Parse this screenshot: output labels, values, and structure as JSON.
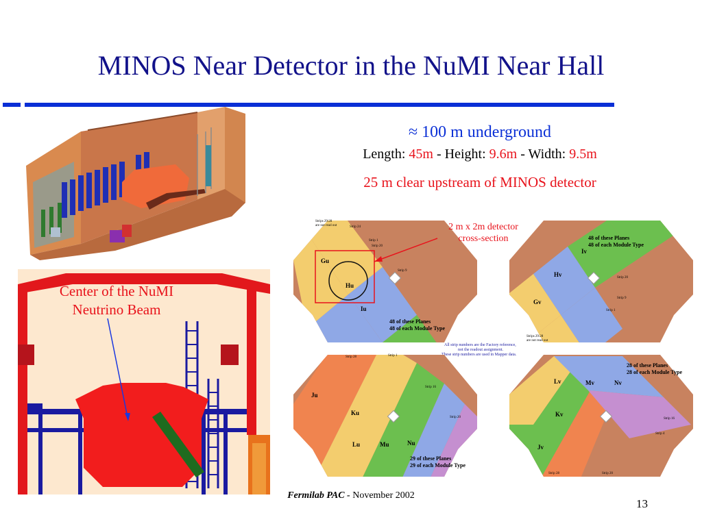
{
  "slide": {
    "title": "MINOS Near Detector in the NuMI Near Hall",
    "underground": "≈ 100 m underground",
    "dims": {
      "length_label": "Length: ",
      "length_value": "45m",
      "height_label": " - Height: ",
      "height_value": "9.6m",
      "width_label": " - Width: ",
      "width_value": "9.5m"
    },
    "upstream": "25 m clear upstream of MINOS detector",
    "beam_label_line1": "Center of the NuMI",
    "beam_label_line2": "Neutrino Beam",
    "detector_label_line1": "2 m x 2m detector",
    "detector_label_line2": "cross-section",
    "footer_bold": "Fermilab PAC - ",
    "footer_date": "November 2002",
    "slide_number": "13"
  },
  "planes": {
    "tl_modules": [
      "Gu",
      "Hu",
      "Iu"
    ],
    "tl_note1": "48 of these Planes",
    "tl_note2": "48 of each Module Type",
    "tl_strip_top": "Strips 29:28",
    "tl_strip_top2": "are not read out",
    "tr_modules": [
      "Iv",
      "Hv",
      "Gv"
    ],
    "tr_note1": "48 of these Planes",
    "tr_note2": "48 of each Module Type",
    "tr_strip_bottom": "Strips 29:28",
    "tr_strip_bottom2": "are not read out",
    "bl_modules": [
      "Ju",
      "Ku",
      "Lu",
      "Mu",
      "Nu"
    ],
    "bl_note1": "29 of these Planes",
    "bl_note2": "29 of each Module Type",
    "br_modules": [
      "Lv",
      "Mv",
      "Nv",
      "Kv",
      "Jv"
    ],
    "br_note1": "28 of these Planes",
    "br_note2": "28 of each Module Type",
    "center_note1": "All strip numbers are the Factory reference,",
    "center_note2": "not the readout assignment.",
    "center_note3": "These strip numbers are used in Mapper data.",
    "strip_labels": [
      "Strip 24",
      "Strip 1",
      "Strip 20",
      "Strip 9",
      "Strip 28",
      "Strip 16",
      "Strip 4"
    ]
  },
  "colors": {
    "title": "#12128a",
    "accent_blue": "#0a2fd6",
    "highlight_red": "#e8121b",
    "plate_brown": "#c8825f",
    "module_yellow": "#f3cd6e",
    "module_blue": "#8fa8e6",
    "module_green": "#6cbf4f",
    "module_orange": "#f0844f",
    "module_purple": "#c58fd0"
  }
}
